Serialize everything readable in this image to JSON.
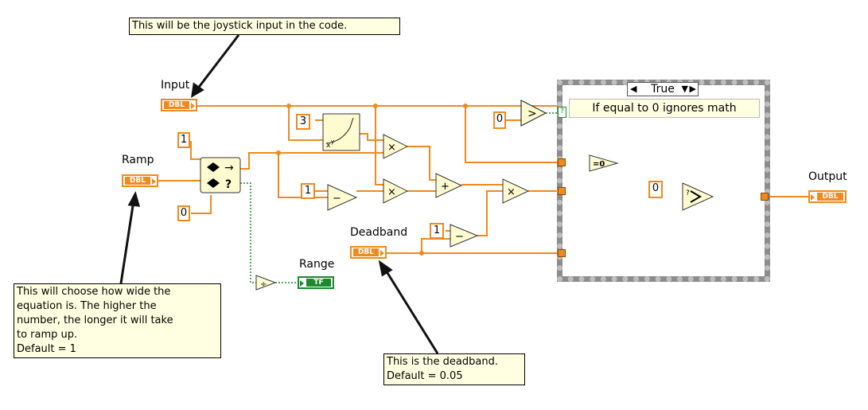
{
  "notes": {
    "joystick": "This will be the joystick input in the code.",
    "ramp": "This will choose how wide the\nequation is. The higher the\nnumber, the longer it will take\nto ramp up.\nDefault = 1",
    "deadband": "This is the deadband.\nDefault = 0.05"
  },
  "labels": {
    "input": "Input",
    "ramp": "Ramp",
    "deadband": "Deadband",
    "range": "Range",
    "output": "Output"
  },
  "terminals": {
    "dbl": "DBL",
    "tf": "TF"
  },
  "constants": {
    "ramp_true": "1",
    "ramp_false": "0",
    "exponent": "3",
    "one_a": "1",
    "one_b": "1",
    "zero_cmp": "0",
    "zero_select": "0"
  },
  "case_structure": {
    "selector": "True",
    "comment": "If equal to 0 ignores math"
  },
  "operators": {
    "greater": ">",
    "multiply": "×",
    "subtract": "−",
    "add": "+",
    "equal_zero": "=0",
    "select": "?"
  },
  "colors": {
    "numeric_wire": "#f08a1e",
    "boolean_wire": "#1a8a2c",
    "note_bg": "#ffffe1"
  }
}
